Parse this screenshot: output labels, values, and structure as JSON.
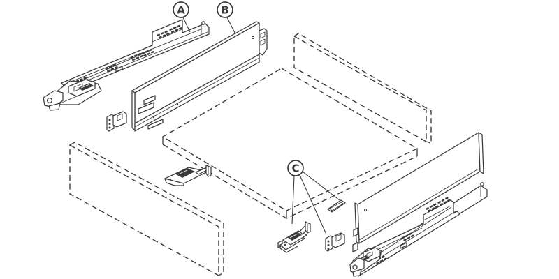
{
  "diagram": {
    "type": "exploded-assembly-diagram",
    "subject": "drawer runner and drawer panel mounting",
    "background_color": "#ffffff",
    "line_color": "#3a3a3a",
    "callouts": {
      "a": {
        "letter": "A",
        "refers_to": "cabinet-runner-left"
      },
      "b": {
        "letter": "B",
        "refers_to": "drawer-side-panel-left"
      },
      "c": {
        "letter": "C",
        "refers_to": "fixing-parts-group"
      }
    },
    "parts": [
      "cabinet-runner-left",
      "drawer-side-panel-left",
      "front-fixing-bracket-left",
      "locking-device-left",
      "back-panel-phantom",
      "bottom-panel-phantom",
      "front-panel-phantom",
      "locking-device-right",
      "front-fixing-bracket-right",
      "cover-cap",
      "drawer-side-panel-right",
      "cabinet-runner-right"
    ],
    "phantom_panels_style": "dashed-outline",
    "solid_parts_style": "solid-line-drawing"
  }
}
